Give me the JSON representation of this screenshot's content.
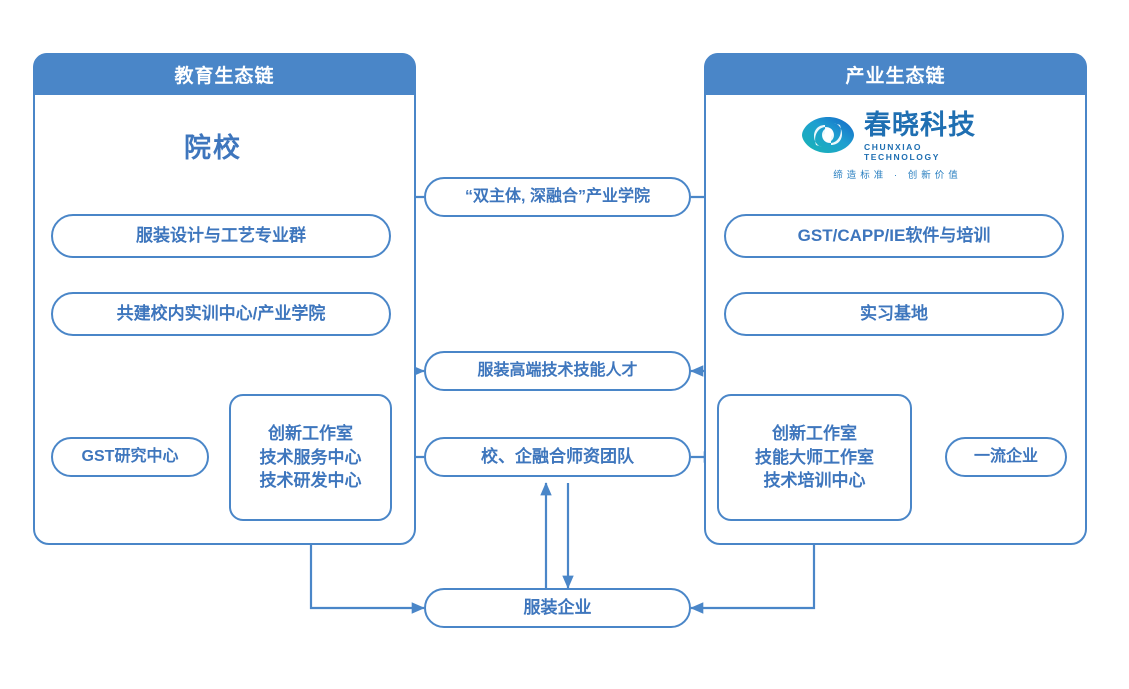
{
  "diagram": {
    "title": "教育生态链 / 产业生态链 双主体深融合产业学院",
    "colors": {
      "header_fill": "#4a86c8",
      "border": "#4a86c8",
      "node_text": "#3e76bd",
      "wire": "#4a86c8",
      "brand_blue": "#1f6fb2",
      "brand_teal": "#2ab2b0"
    }
  },
  "left_panel": {
    "header": "教育生态链",
    "section_title": "院校",
    "nodes": {
      "program_group": "服装设计与工艺专业群",
      "training_center": "共建校内实训中心/产业学院",
      "gst_research": "GST研究中心",
      "studio": [
        "创新工作室",
        "技术服务中心",
        "技术研发中心"
      ]
    }
  },
  "right_panel": {
    "header": "产业生态链",
    "brand": {
      "name": "春晓科技",
      "english": "CHUNXIAO TECHNOLOGY",
      "slogan": "缔造标准 · 创新价值",
      "logo_icon": "chunxiao-eye-logo"
    },
    "nodes": {
      "software_training": "GST/CAPP/IE软件与培训",
      "internship_base": "实习基地",
      "top_enterprise": "一流企业",
      "studio": [
        "创新工作室",
        "技能大师工作室",
        "技术培训中心"
      ]
    }
  },
  "center": {
    "industry_college": "“双主体, 深融合”产业学院",
    "talent": "服装高端技术技能人才",
    "faculty_team": "校、企融合师资团队",
    "apparel_enterprise": "服装企业"
  }
}
